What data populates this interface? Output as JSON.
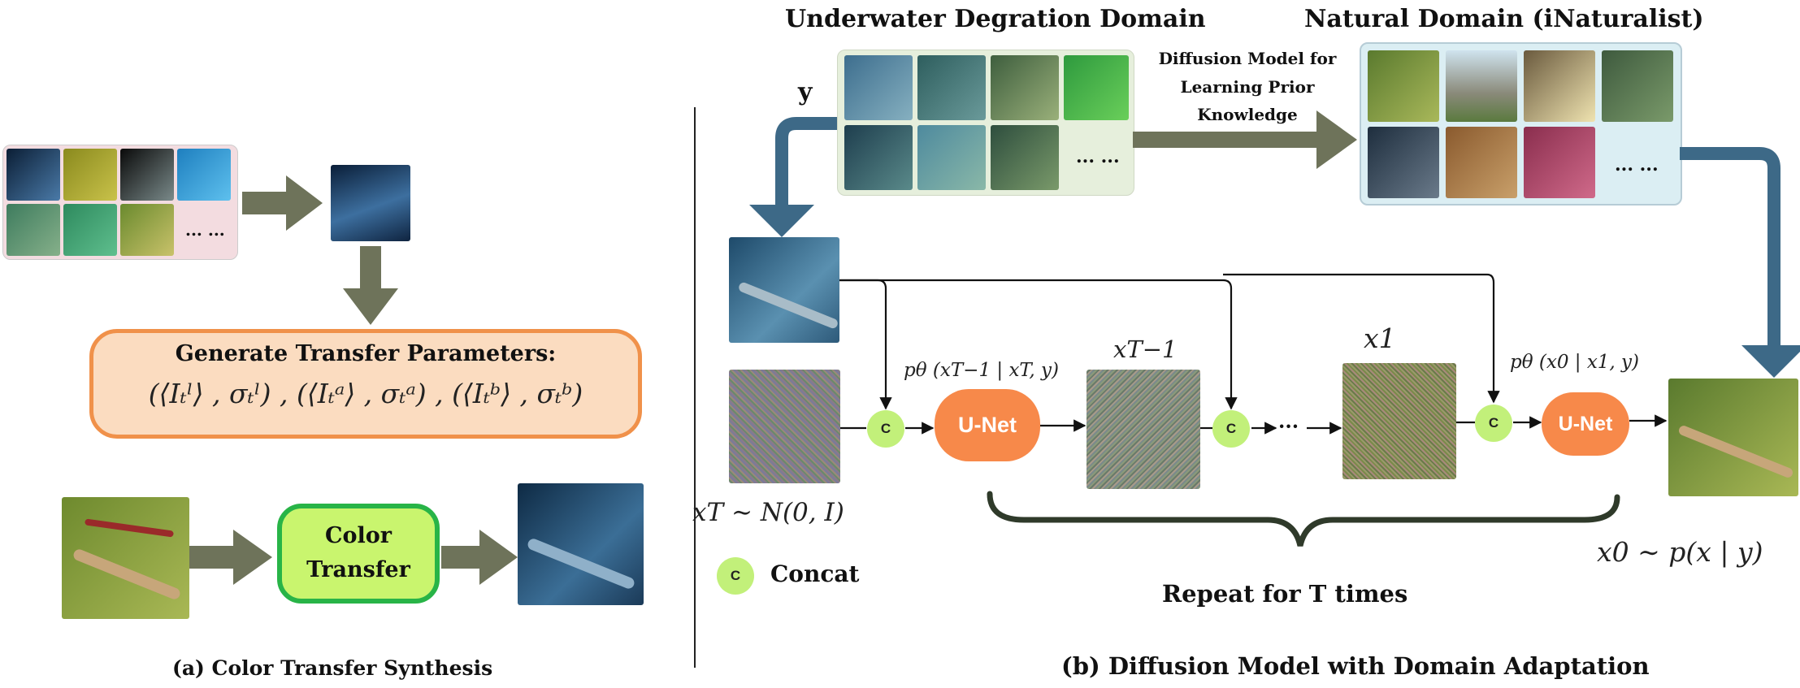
{
  "panel_a": {
    "caption": "(a)  Color Transfer Synthesis",
    "grid_ellipsis": "... ...",
    "gen_title": "Generate Transfer Parameters:",
    "gen_formula": "(⟨Iₜˡ⟩ , σₜˡ) , (⟨Iₜᵃ⟩ , σₜᵃ) , (⟨Iₜᵇ⟩ , σₜᵇ)",
    "ct_line1": "Color",
    "ct_line2": "Transfer"
  },
  "panel_b": {
    "caption": "(b) Diffusion Model with Domain Adaptation",
    "underwater_title": "Underwater Degration Domain",
    "natural_title": "Natural Domain (iNaturalist)",
    "diffusion_line1": "Diffusion Model for",
    "diffusion_line2": "Learning Prior",
    "diffusion_line3": "Knowledge",
    "ellipsis": "... ...",
    "y_label": "y",
    "p_label_1": "pθ (xT−1 | xT, y)",
    "p_label_2": "pθ (x0 | x1, y)",
    "xT1_label": "xT−1",
    "x1_label": "x1",
    "xT_dist": "xT ∼ N(0, I)",
    "x0_dist": "x0 ∼ p(x | y)",
    "unet_label": "U-Net",
    "concat_symbol": "C",
    "concat_legend": "Concat",
    "repeat_label": "Repeat for T times",
    "dots": "···"
  },
  "colors": {
    "arrow_gray": "#6e735a",
    "arrow_blue": "#3d6987",
    "unet_orange": "#f7894a",
    "concat_green": "#c2f07a",
    "gen_fill": "#fbdcc0",
    "gen_border": "#f0914a",
    "ct_fill": "#c9f56e",
    "ct_border": "#28b447",
    "brace": "#2f3a2a"
  }
}
